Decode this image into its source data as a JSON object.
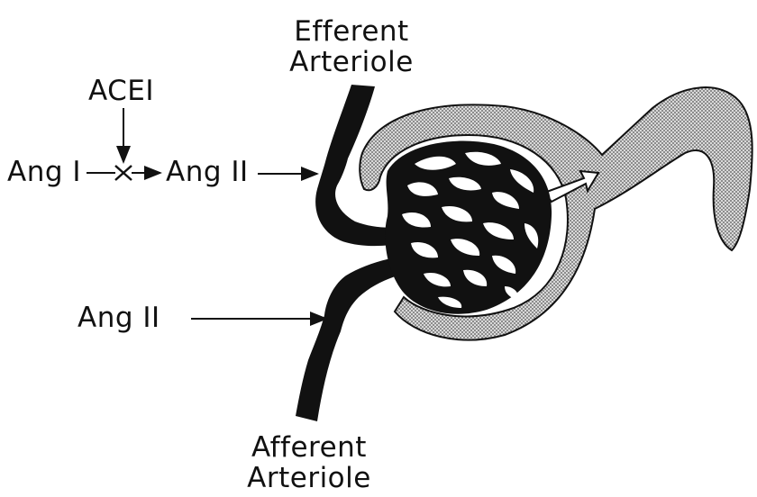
{
  "labels": {
    "efferent_line1": "Efferent",
    "efferent_line2": "Arteriole",
    "acei": "ACEI",
    "ang1": "Ang I",
    "ang2_top": "Ang II",
    "ang2_bottom": "Ang II",
    "afferent_line1": "Afferent",
    "afferent_line2": "Arteriole"
  },
  "colors": {
    "ink": "#111111",
    "stipple": "#bcbcbc",
    "background": "#ffffff"
  }
}
